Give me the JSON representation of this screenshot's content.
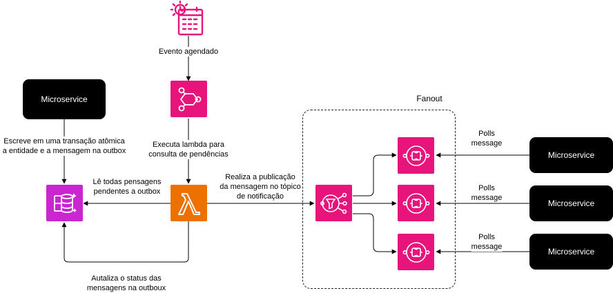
{
  "diagram": {
    "fanout_title": "Fanout",
    "microservice_left": "Microservice",
    "microservice_right_1": "Microservice",
    "microservice_right_2": "Microservice",
    "microservice_right_3": "Microservice",
    "labels": {
      "scheduled_event": "Evento agendado",
      "write_tx_line1": "Escreve em uma transação atômica",
      "write_tx_line2": "a entidade  e a mensagem na outbox",
      "exec_lambda_line1": "Executa lambda para",
      "exec_lambda_line2": "consulta de pendências",
      "read_pending_line1": "Lê  todas pensagens",
      "read_pending_line2": "pendentes a outbox",
      "publish_line1": "Realiza a publicação",
      "publish_line2": "da mensagem no tópico",
      "publish_line3": "de notificação",
      "update_status_line1": "Autaliza o status das",
      "update_status_line2": "mensagens na outboux",
      "polls_1_line1": "Polls",
      "polls_1_line2": "message",
      "polls_2_line1": "Polls",
      "polls_2_line2": "message",
      "polls_3_line1": "Polls",
      "polls_3_line2": "message"
    },
    "icons": {
      "scheduler": "calendar-clock-icon",
      "eventbridge": "eventbridge-icon",
      "lambda": "lambda-icon",
      "database": "database-icon",
      "sns": "sns-topic-icon",
      "sqs": "sqs-queue-icon"
    },
    "colors": {
      "pink": "#e7157b",
      "orange": "#ed7100",
      "purple": "#c925d1",
      "service": "#000000"
    }
  }
}
